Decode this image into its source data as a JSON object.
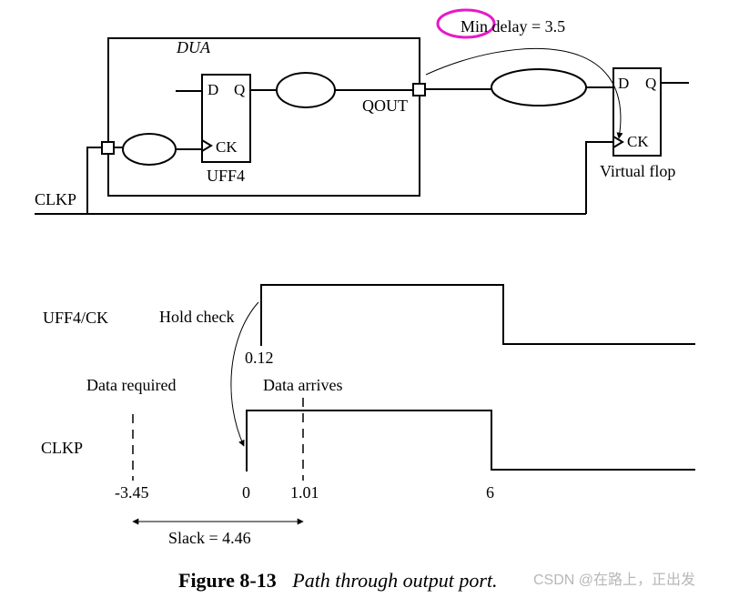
{
  "circuit": {
    "annotation": {
      "text": "Min delay = 3.5",
      "highlight_color": "#e619c8"
    },
    "dua_label": "DUA",
    "uff4": {
      "d": "D",
      "q": "Q",
      "ck": "CK",
      "name": "UFF4"
    },
    "qout_label": "QOUT",
    "virtual_flop": {
      "d": "D",
      "q": "Q",
      "ck": "CK",
      "name": "Virtual flop"
    },
    "clkp_label": "CLKP"
  },
  "timing": {
    "uff4_ck_label": "UFF4/CK",
    "hold_check_label": "Hold check",
    "uff4_edge_value": "0.12",
    "data_required_label": "Data required",
    "data_arrives_label": "Data arrives",
    "clkp_label": "CLKP",
    "tick_labels": [
      "-3.45",
      "0",
      "1.01",
      "6"
    ],
    "slack_label": "Slack = 4.46"
  },
  "caption": {
    "figure_number": "Figure 8-13",
    "title": "Path through output port."
  },
  "watermark": "CSDN @在路上，正出发"
}
